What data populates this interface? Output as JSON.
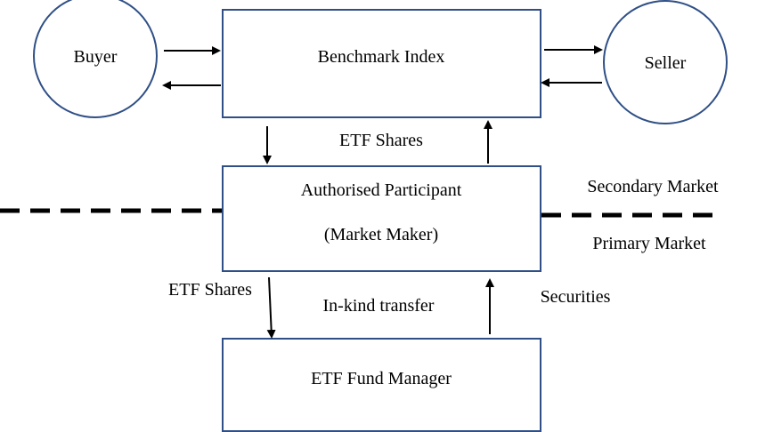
{
  "nodes": {
    "buyer": "Buyer",
    "seller": "Seller",
    "benchmark_index": "Benchmark Index",
    "authorised_participant_line1": "Authorised Participant",
    "authorised_participant_line2": "(Market Maker)",
    "etf_fund_manager": "ETF Fund Manager"
  },
  "edge_labels": {
    "etf_shares_upper": "ETF Shares",
    "etf_shares_lower": "ETF Shares",
    "in_kind_transfer": "In-kind transfer",
    "securities": "Securities"
  },
  "market_labels": {
    "secondary": "Secondary Market",
    "primary": "Primary Market"
  },
  "colors": {
    "node_border": "#2f4f86",
    "text": "#000000",
    "background": "#ffffff"
  }
}
